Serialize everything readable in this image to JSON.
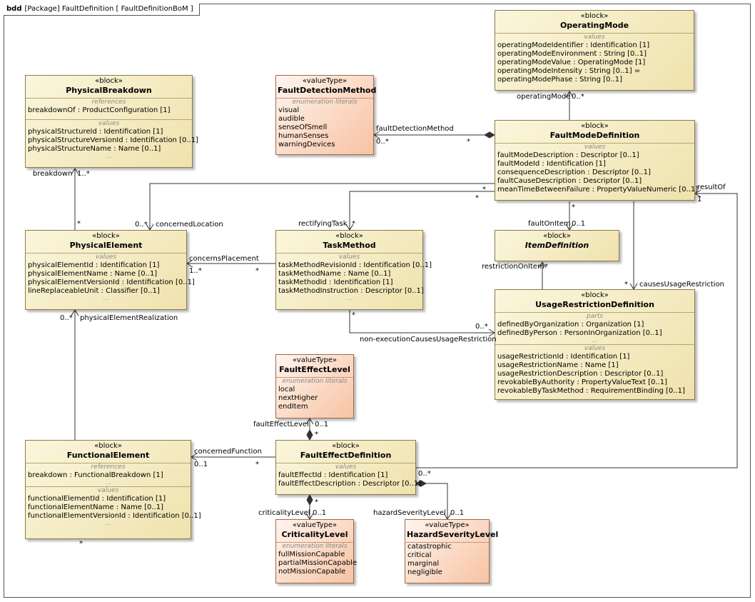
{
  "frame": {
    "kind": "bdd",
    "title": "[Package] FaultDefinition [ FaultDefinitionBoM ]"
  },
  "blocks": {
    "physical_breakdown": {
      "stereotype": "«block»",
      "name": "PhysicalBreakdown",
      "compartments": [
        {
          "title": "references",
          "items": [
            {
              "name": "breakdownOf",
              "type": "ProductConfiguration [1]"
            }
          ]
        },
        {
          "title": "values",
          "items": [
            {
              "name": "physicalStructureId",
              "type": "Identification [1]"
            },
            {
              "name": "physicalStructureVersionId",
              "type": "Identification [0..1]"
            },
            {
              "name": "physicalStructureName",
              "type": "Name [0..1]"
            }
          ],
          "more": "..."
        }
      ]
    },
    "fault_detection_method": {
      "stereotype": "«valueType»",
      "name": "FaultDetectionMethod",
      "compartments": [
        {
          "title": "enumeration literals",
          "items": [
            {
              "name": "visual"
            },
            {
              "name": "audible"
            },
            {
              "name": "senseOfSmell"
            },
            {
              "name": "humanSenses"
            },
            {
              "name": "warningDevices"
            }
          ]
        }
      ]
    },
    "operating_mode": {
      "stereotype": "«block»",
      "name": "OperatingMode",
      "compartments": [
        {
          "title": "values",
          "items": [
            {
              "name": "operatingModeIdentifier",
              "type": "Identification [1]"
            },
            {
              "name": "operatingModeEnvironment",
              "type": "String [0..1]"
            },
            {
              "name": "operatingModeValue",
              "type": "OperatingMode [1]"
            },
            {
              "name": "operatingModeIntensity",
              "type": "String [0..1] ="
            },
            {
              "name": "operatingModePhase",
              "type": "String [0..1]"
            }
          ]
        }
      ]
    },
    "fault_mode_definition": {
      "stereotype": "«block»",
      "name": "FaultModeDefinition",
      "compartments": [
        {
          "title": "values",
          "items": [
            {
              "name": "faultModeDescription",
              "type": "Descriptor [0..1]"
            },
            {
              "name": "faultModeId",
              "type": "Identification [1]"
            },
            {
              "name": "consequenceDescription",
              "type": "Descriptor [0..1]"
            },
            {
              "name": "faultCauseDescription",
              "type": "Descriptor [0..1]"
            },
            {
              "name": "meanTimeBetweenFailure",
              "type": "PropertyValueNumeric [0..1]"
            }
          ]
        }
      ]
    },
    "physical_element": {
      "stereotype": "«block»",
      "name": "PhysicalElement",
      "compartments": [
        {
          "title": "values",
          "items": [
            {
              "name": "physicalElementId",
              "type": "Identification [1]"
            },
            {
              "name": "physicalElementName",
              "type": "Name [0..1]"
            },
            {
              "name": "physicalElementVersionId",
              "type": "Identification [0..1]"
            },
            {
              "name": "lineReplaceableUnit",
              "type": "Classifier [0..1]"
            }
          ],
          "more": "..."
        }
      ]
    },
    "task_method": {
      "stereotype": "«block»",
      "name": "TaskMethod",
      "compartments": [
        {
          "title": "values",
          "items": [
            {
              "name": "taskMethodRevisionId",
              "type": "Identification [0..1]"
            },
            {
              "name": "taskMethodName",
              "type": "Name [0..1]"
            },
            {
              "name": "taskMethodId",
              "type": "Identification [1]"
            },
            {
              "name": "taskMethodInstruction",
              "type": "Descriptor [0..1]"
            }
          ],
          "more": "..."
        }
      ]
    },
    "item_definition": {
      "stereotype": "«block»",
      "name": "ItemDefinition",
      "compartments": []
    },
    "usage_restriction_definition": {
      "stereotype": "«block»",
      "name": "UsageRestrictionDefinition",
      "compartments": [
        {
          "title": "parts",
          "items": [
            {
              "name": "definedByOrganization",
              "type": "Organization [1]"
            },
            {
              "name": "definedByPerson",
              "type": "PersonInOrganization [0..1]"
            }
          ],
          "more": "..."
        },
        {
          "title": "values",
          "items": [
            {
              "name": "usageRestrictionId",
              "type": "Identification [1]"
            },
            {
              "name": "usageRestrictionName",
              "type": "Name [1]"
            },
            {
              "name": "usageRestrictionDescription",
              "type": "Descriptor [0..1]"
            },
            {
              "name": "revokableByAuthority",
              "type": "PropertyValueText [0..1]"
            },
            {
              "name": "revokableByTaskMethod",
              "type": "RequirementBinding [0..1]"
            }
          ]
        }
      ]
    },
    "fault_effect_level": {
      "stereotype": "«valueType»",
      "name": "FaultEffectLevel",
      "compartments": [
        {
          "title": "enumeration literals",
          "items": [
            {
              "name": "local"
            },
            {
              "name": "nextHigher"
            },
            {
              "name": "endItem"
            }
          ]
        }
      ]
    },
    "functional_element": {
      "stereotype": "«block»",
      "name": "FunctionalElement",
      "compartments": [
        {
          "title": "references",
          "items": [
            {
              "name": "breakdown",
              "type": "FunctionalBreakdown [1]"
            }
          ],
          "more": "..."
        },
        {
          "title": "values",
          "items": [
            {
              "name": "functionalElementId",
              "type": "Identification [1]"
            },
            {
              "name": "functionalElementName",
              "type": "Name [0..1]"
            },
            {
              "name": "functionalElementVersionId",
              "type": "Identification [0..1]"
            }
          ],
          "more": "..."
        }
      ]
    },
    "fault_effect_definition": {
      "stereotype": "«block»",
      "name": "FaultEffectDefinition",
      "compartments": [
        {
          "title": "values",
          "items": [
            {
              "name": "faultEffectId",
              "type": "Identification [1]"
            },
            {
              "name": "faultEffectDescription",
              "type": "Descriptor [0..1]"
            }
          ]
        }
      ]
    },
    "criticality_level": {
      "stereotype": "«valueType»",
      "name": "CriticalityLevel",
      "compartments": [
        {
          "title": "enumeration literals",
          "items": [
            {
              "name": "fullMissionCapable"
            },
            {
              "name": "partialMissionCapable"
            },
            {
              "name": "notMissionCapable"
            }
          ]
        }
      ]
    },
    "hazard_severity_level": {
      "stereotype": "«valueType»",
      "name": "HazardSeverityLevel",
      "compartments": [
        {
          "items": [
            {
              "name": "catastrophic"
            },
            {
              "name": "critical"
            },
            {
              "name": "marginal"
            },
            {
              "name": "negligible"
            }
          ]
        }
      ]
    }
  },
  "labels": {
    "breakdown": "breakdown",
    "breakdown_mult": "1..*",
    "pe_star_top": "*",
    "pe_elem_real_mult": "0..*",
    "physical_element_realization": "physicalElementRealization",
    "fe_star_bottom": "*",
    "concerned_location_mult": "0..*",
    "concerned_location": "concernedLocation",
    "concerns_placement": "concernsPlacement",
    "concerns_placement_mult": "1..*",
    "concerns_placement_star": "*",
    "rectifying_task": "rectifyingTask",
    "rectifying_task_star": "*",
    "fault_detection_method": "faultDetectionMethod",
    "fdm_mult": "0..*",
    "fdm_star": "*",
    "operating_mode": "operatingMode",
    "om_mult": "0..*",
    "fmd_star_1": "*",
    "fmd_star_2": "*",
    "fault_on_item": "faultOnItem",
    "foi_star": "*",
    "foi_mult": "0..1",
    "restriction_on_item": "restrictionOnItem",
    "roi_star": "*",
    "causes_usage_restriction": "causesUsageRestriction",
    "cur_star": "*",
    "result_of": "resultOf",
    "result_of_mult": "1",
    "non_execution": "non-executionCausesUsageRestriction",
    "ne_star": "*",
    "ne_mult": "0..*",
    "fault_effect_level": "faultEffectLevel",
    "fel_mult": "0..1",
    "fel_star": "*",
    "concerned_function": "concernedFunction",
    "cf_mult": "0..1",
    "cf_star": "*",
    "criticality_level": "criticalityLevel",
    "cl_mult": "0..1",
    "cl_star": "*",
    "hazard_severity_level": "hazardSeverityLevel",
    "hsl_mult": "0..1",
    "hsl_star": "0..*"
  }
}
